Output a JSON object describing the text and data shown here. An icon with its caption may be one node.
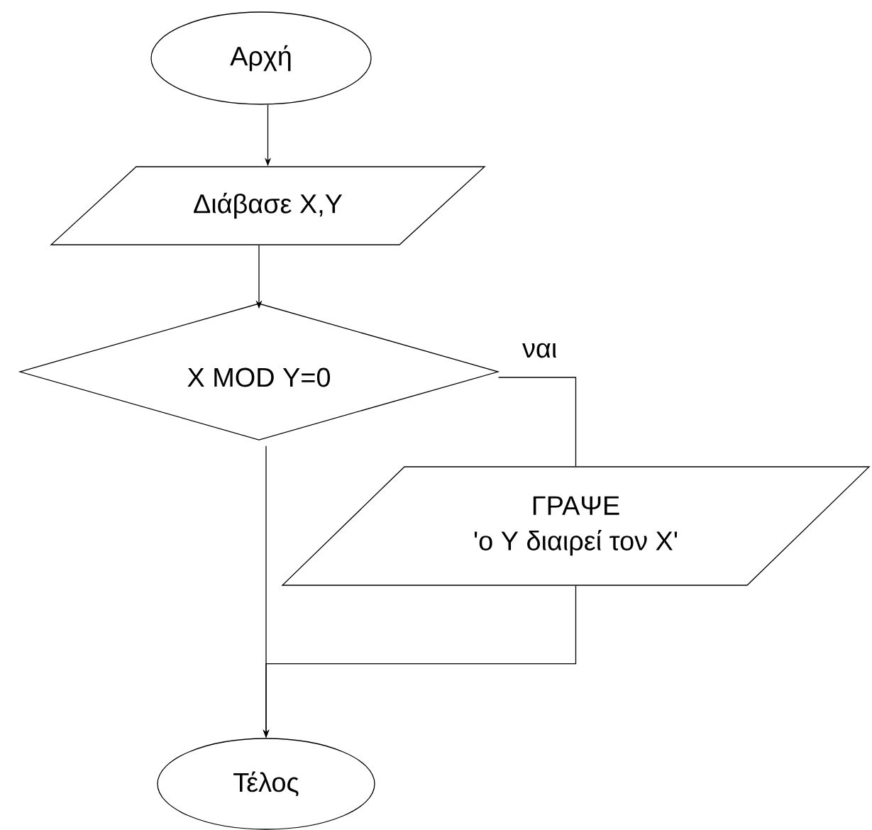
{
  "diagram": {
    "nodes": [
      {
        "text": [
          "Αρχή"
        ]
      },
      {
        "text": [
          "Διάβασε Χ,Υ"
        ]
      },
      {
        "text": [
          "X MOD Y=0"
        ]
      },
      {
        "text": [
          "ΓΡΑΨΕ",
          "'ο Υ διαιρεί τον Χ'"
        ]
      },
      {
        "text": [
          "Τέλος"
        ]
      }
    ],
    "edges": [
      {
        "from": 0,
        "to": 1,
        "arrow": "to"
      },
      {
        "from": 1,
        "to": 2,
        "arrow": "to"
      },
      {
        "from": 2,
        "to": 3,
        "arrow": "none",
        "label": "ναι"
      },
      {
        "from": 2,
        "to": 4,
        "arrow": "to"
      },
      {
        "from": 3,
        "to": 4,
        "arrow": "to"
      }
    ]
  }
}
